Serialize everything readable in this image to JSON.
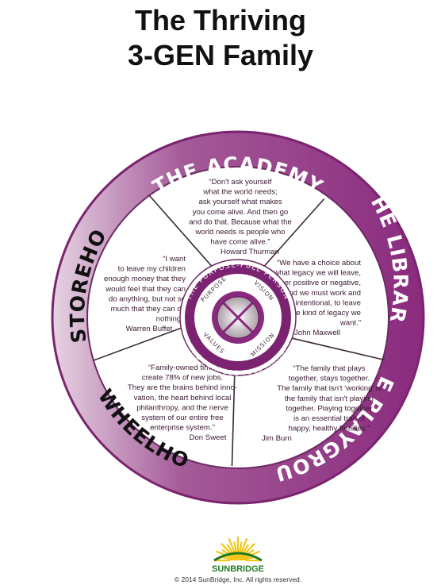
{
  "title": {
    "line1": "The Thriving",
    "line2": "3-GEN Family"
  },
  "ring_labels": {
    "academy": "THE ACADEMY",
    "library": "THE LIBRARY",
    "playground": "THE PLAYGROUND",
    "wheelhouse": "THE WHEELHOUSE",
    "storehouse": "THE STOREHOUSE"
  },
  "quotes": {
    "academy": {
      "lines": [
        "“Don't ask yourself",
        "what the world needs;",
        "ask yourself what makes",
        "you come alive.  And then go",
        "and do that.   Because what the",
        "world needs is people who",
        "have come alive.”"
      ],
      "author": "Howard Thurman"
    },
    "library": {
      "lines": [
        "“We have a choice about",
        "what legacy we will leave,",
        "either positive or negative,",
        "and we must work and",
        "be intentional, to leave",
        "the kind of legacy we",
        "want.”"
      ],
      "author": "John Maxwell"
    },
    "playground": {
      "lines": [
        "“The family that plays",
        "together, stays together.",
        "The family that isn't ‘working’ is",
        "the family that isn't playing",
        "together.  Playing together",
        "is an essential trait of",
        "happy, healthy families.”"
      ],
      "author": "Jim Burn"
    },
    "wheelhouse": {
      "lines": [
        "“Family-owned firms",
        "create 78% of new jobs.",
        "They are the brains behind inno-",
        "vation, the heart behind local",
        "philanthropy,  and the nerve",
        "system of our entire free",
        "enterprise system.”"
      ],
      "author": "Don Sweet"
    },
    "storehouse": {
      "lines": [
        "“I want",
        "to leave my children",
        "enough money that they",
        "would feel that they can",
        "do anything,  but not so",
        "much that they can do",
        "nothing.”"
      ],
      "author": "Warren Buffet"
    }
  },
  "core": {
    "outer_top": "THE PURPOSE-FULL PERSON",
    "outer_bottom": "THE PURPOSE-FULL FAMILY",
    "purpose": "PURPOSE",
    "vision": "VISION",
    "mission": "MISSION",
    "values": "VALUES"
  },
  "footer": {
    "brand": "SUNBRIDGE",
    "copyright": "© 2014 SunBridge, Inc. All rights reserved."
  },
  "colors": {
    "purple": "#8e2f82",
    "purple_dark": "#5f1d57",
    "purple_light": "#d3b5cf",
    "sun_yellow": "#f5c518",
    "brand_green": "#1f7a1f"
  }
}
